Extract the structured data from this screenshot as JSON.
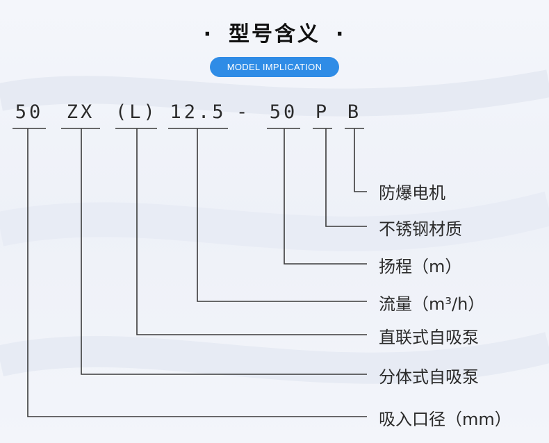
{
  "header": {
    "title": "型号含义",
    "bullet_left": "·",
    "bullet_right": "·",
    "subtitle": "MODEL IMPLICATION"
  },
  "code_parts": [
    "50",
    "ZX",
    "(L)",
    "12.5",
    "-",
    "50",
    "P",
    "B"
  ],
  "meanings": [
    "防爆电机",
    "不锈钢材质",
    "扬程（m）",
    "流量（m³/h）",
    "直联式自吸泵",
    "分体式自吸泵",
    "吸入口径（mm）"
  ],
  "colors": {
    "accent": "#2f8ce6",
    "line": "#3a3a3a",
    "text": "#2b2b2b"
  }
}
